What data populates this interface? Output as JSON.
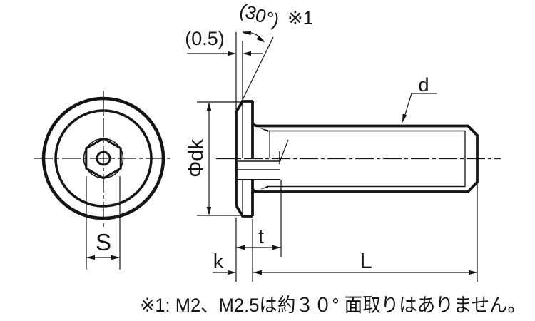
{
  "drawing": {
    "kind": "engineering-drawing-socket-low-head-screw",
    "labels": {
      "chamfer_angle": "(30°)",
      "note_ref": "※1",
      "face_width": "(0.5)",
      "head_diameter": "Φdk",
      "thread_diameter": "d",
      "socket_width_across_flats": "S",
      "socket_depth": "t",
      "head_height": "k",
      "shaft_length": "L"
    },
    "note": "※1: M2、M2.5は約３０° 面取りはありません。",
    "colors": {
      "line": "#141414",
      "background": "#ffffff"
    }
  }
}
